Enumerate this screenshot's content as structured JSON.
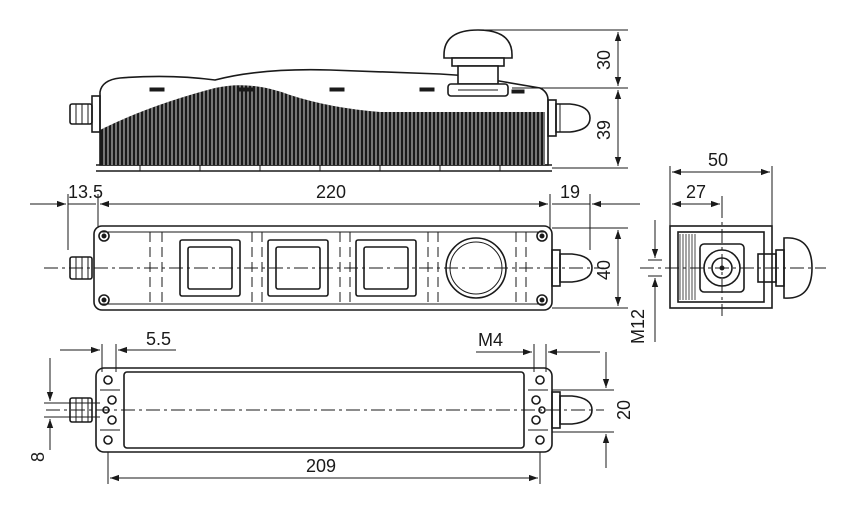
{
  "dimensions": {
    "d30": "30",
    "d39": "39",
    "d13_5": "13.5",
    "d220": "220",
    "d19": "19",
    "d50": "50",
    "d27": "27",
    "d40": "40",
    "dM12": "M12",
    "d5_5": "5.5",
    "dM4": "M4",
    "d20": "20",
    "d8": "8",
    "d209": "209"
  },
  "colors": {
    "line": "#1a1a1a",
    "background": "#ffffff"
  }
}
